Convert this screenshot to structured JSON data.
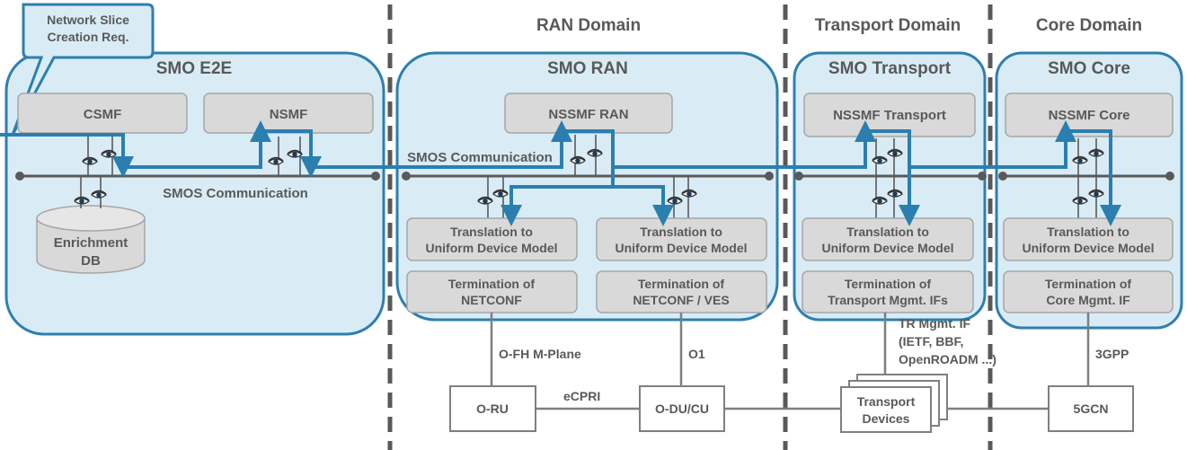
{
  "callout": {
    "line1": "Network Slice",
    "line2": "Creation Req."
  },
  "domains": {
    "ran": "RAN Domain",
    "transport": "Transport Domain",
    "core": "Core Domain"
  },
  "smo": {
    "e2e": "SMO E2E",
    "ran": "SMO RAN",
    "transport": "SMO Transport",
    "core": "SMO Core"
  },
  "functions": {
    "csmf": "CSMF",
    "nsmf": "NSMF",
    "nssmf_ran": "NSSMF RAN",
    "nssmf_transport": "NSSMF Transport",
    "nssmf_core": "NSSMF Core"
  },
  "bus": {
    "e2e_label": "SMOS Communication",
    "ran_label": "SMOS Communication"
  },
  "db": {
    "line1": "Enrichment",
    "line2": "DB"
  },
  "translation": {
    "line1": "Translation to",
    "line2": "Uniform Device Model"
  },
  "termination": {
    "ran_left": {
      "line1": "Termination of",
      "line2": "NETCONF"
    },
    "ran_right": {
      "line1": "Termination of",
      "line2": "NETCONF / VES"
    },
    "transport": {
      "line1": "Termination of",
      "line2": "Transport Mgmt. IFs"
    },
    "core": {
      "line1": "Termination of",
      "line2": "Core Mgmt. IF"
    }
  },
  "interfaces": {
    "ofh": "O-FH M-Plane",
    "o1": "O1",
    "ecpri": "eCPRI",
    "tr_line1": "TR Mgmt. IF",
    "tr_line2": "(IETF, BBF,",
    "tr_line3": "OpenROADM ...)",
    "gpp": "3GPP"
  },
  "devices": {
    "oru": "O-RU",
    "oducu": "O-DU/CU",
    "transport_line1": "Transport",
    "transport_line2": "Devices",
    "core": "5GCN"
  },
  "colors": {
    "panel_fill": "#d9ecf6",
    "panel_stroke": "#2e7fae",
    "box_fill": "#d9d9d9",
    "box_stroke": "#a6a6a6",
    "text": "#595959",
    "flow": "#2a7fb0",
    "bus": "#595959"
  }
}
